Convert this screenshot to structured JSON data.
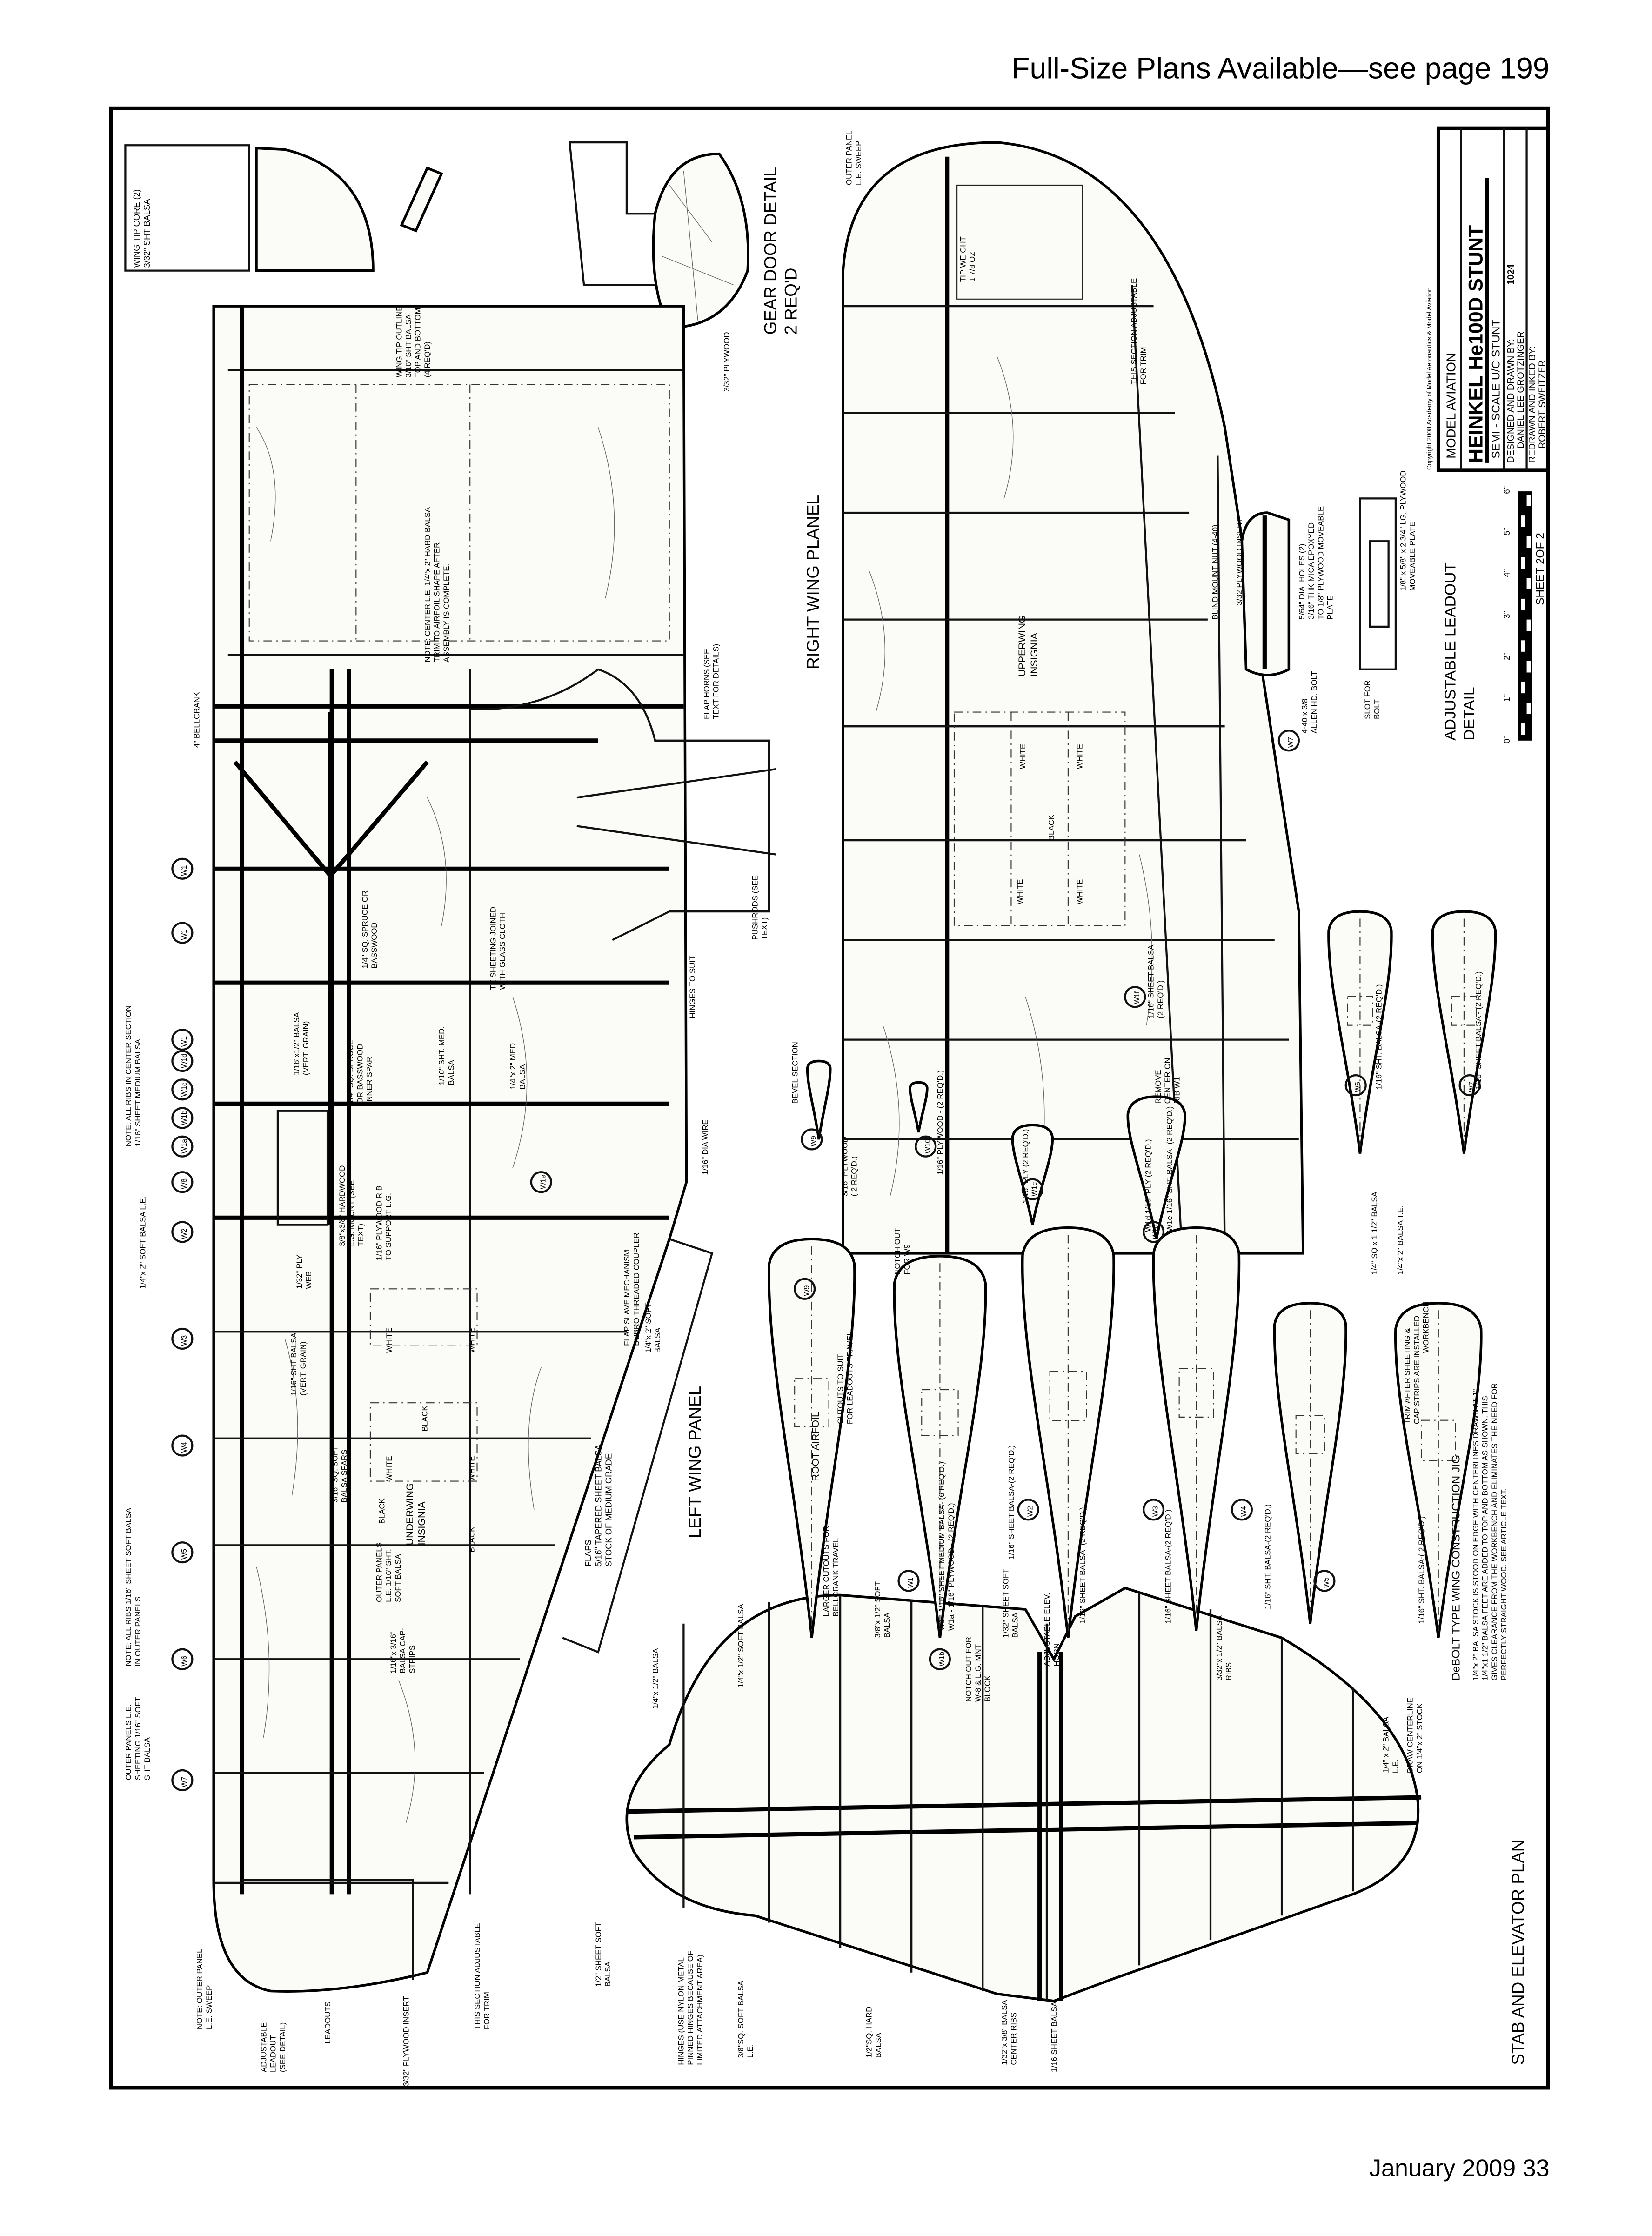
{
  "page": {
    "header": "Full-Size Plans Available—see page 199",
    "footer": "January 2009 33"
  },
  "title_block": {
    "publisher": "MODEL AVIATION",
    "model": "HEINKEL He100D STUNT",
    "subtitle": "SEMI - SCALE U/C STUNT",
    "designed_by_label": "DESIGNED AND DRAWN BY:",
    "designer": "DANIEL LEE GROTZINGER",
    "plan_number": "1024",
    "redrawn_by_label": "REDRAWN AND INKED BY:",
    "redrawer": "ROBERT SWEITZER",
    "sheet": "SHEET 2OF 2",
    "copyright": "Copyright 2008 Academy of Model Aeronautics & Model Aviation"
  },
  "scale": {
    "ticks": [
      "0\"",
      "1\"",
      "2\"",
      "3\"",
      "4\"",
      "5\"",
      "6\""
    ]
  },
  "titles": {
    "right_wing": "RIGHT  WING  PLANEL",
    "left_wing": "LEFT  WING  PANEL",
    "root_airfoil": "ROOT AIRFOIL",
    "gear_door": [
      "GEAR DOOR DETAIL",
      "2 REQ'D"
    ],
    "stab": "STAB  AND  ELEVATOR  PLAN",
    "leadout": [
      "ADJUSTABLE  LEADOUT",
      "DETAIL"
    ],
    "jig": "DeBOLT TYPE  WING CONSTRUCTION JIG",
    "wing_tip_core": [
      "WING TIP CORE (2)",
      "3/32\" SHT BALSA"
    ],
    "upper_insignia": [
      "UPPERWING",
      "INSIGNIA"
    ],
    "under_insignia": [
      "UNDERWING",
      "INSIGNIA"
    ],
    "flaps": [
      "FLAPS",
      "5/16\" TAPERED SHEET BALSA",
      "STOCK OF MEDIUM GRADE"
    ]
  },
  "colors": {
    "white": "WHITE",
    "black": "BLACK"
  },
  "notes": {
    "tip_outline": [
      "WING TIP OUTLINE",
      "3/16\" SHT BALSA",
      "TOP AND BOTTOM",
      "(4 REQ'D)"
    ],
    "gear_ply": [
      "3/32\" PLYWOOD"
    ],
    "outer_sweep_r": [
      "OUTER PANEL",
      "L.E. SWEEP"
    ],
    "tip_weight": [
      "TIP WEIGHT",
      "1 7/8 OZ"
    ],
    "adj_trim_r": [
      "THIS SECTION ADJUSTABLE",
      "FOR TRIM"
    ],
    "center_le": [
      "NOTE: CENTER L.E. 1/4\"x 2\" HARD BALSA",
      "TRIM TO AIRFOIL SHAPE AFTER",
      "ASSEMBLY IS COMPLETE."
    ],
    "bellcrank": [
      "4\" BELLCRANK"
    ],
    "flap_horns": [
      "FLAP HORNS (SEE",
      "TEXT FOR DETAILS)"
    ],
    "pushrods": [
      "PUSHRODS (SEE",
      "TEXT)"
    ],
    "spruce": [
      "1/4\" SQ. SPRUCE OR",
      "BASSWOOD"
    ],
    "te_sheet": [
      "TE SHEETING JOINED",
      "WITH GLASS CLOTH"
    ],
    "hinges": [
      "HINGES TO SUIT"
    ],
    "center_ribs": [
      "NOTE: ALL RIBS IN CENTER SECTION",
      "1/16\" SHEET MEDIUM BALSA"
    ],
    "vert_grain": [
      "1/16\"x1/2\" BALSA",
      "(VERT. GRAIN)"
    ],
    "inner_spar": [
      "1/4\" SQ. SPRUCE",
      "OR BASSWOOD",
      "INNER SPAR"
    ],
    "sht_med": [
      "1/16\" SHT. MED.",
      "BALSA"
    ],
    "med_balsa": [
      "1/4\"x 2\" MED",
      "BALSA"
    ],
    "lg_mount": [
      "3/8\"x3/8\" HARDWOOD",
      "L.G. MOUNT (SEE",
      "TEXT)"
    ],
    "ply_rib": [
      "1/16\" PLYWOOD RIB",
      "TO SUPPORT L.G."
    ],
    "dia_wire": [
      "1/16\" DIA WIRE"
    ],
    "bevel": [
      "BEVEL SECTION"
    ],
    "ply_316": [
      "3/16\" PLYWOOD",
      "( 2 REQ'D.)"
    ],
    "w9_ply": [
      "1/16\" PLYWOOD - (2 REQ'D.)"
    ],
    "w1f": [
      "1/16\" SHEET BALSA",
      "(2 REQ'D.)"
    ],
    "remove_center": [
      "REMOVE",
      "CENTER ON",
      "RIB W1"
    ],
    "w1c_ply": [
      "1/16\" PLY (2 REQ'D.)"
    ],
    "w1d_ply": [
      "W1d  1/16\" PLY (2 REQ'D.)"
    ],
    "w1e_sht": [
      "W1e  1/16\" SHT. BALSA- (2 REQ'D.)"
    ],
    "blind_nut": [
      "BLIND MOUNT NUT (4-40)"
    ],
    "ply_insert": [
      "3/32 PLYWOOD INSERT"
    ],
    "holes": [
      "5/64\" DIA. HOLES (2)",
      "3/16\" THK MICA EPOXYED",
      "TO 1/8\" PLYWOOD MOVEABLE",
      "PLATE"
    ],
    "allen": [
      "4-40 x 3/8",
      "ALLEN HD. BOLT"
    ],
    "slot": [
      "SLOT FOR",
      "BOLT"
    ],
    "moveable_plate": [
      "1/8\" x 5/8\" x 2 3/4\" LG. PLYWOOD",
      "MOVEABLE PLATE"
    ],
    "w6": [
      "1/16\" SHT. BALSA-(2 REQ'D.)"
    ],
    "w7": [
      "1/16\" SHEET BALSA - (2 REQ'D.)"
    ],
    "jig_te1": [
      "1/4\" SQ x 1 1/2\" BALSA"
    ],
    "jig_te2": [
      "1/4\"x 2\" BALSA T.E."
    ],
    "trim": [
      "TRIM AFTER SHEETING &",
      "CAP STRIPS ARE INSTALLED"
    ],
    "workbench": [
      "WORKBENCH"
    ],
    "jig_text": [
      "1/4\"x 2\" BALSA  STOCK IS STOOD ON EDGE WITH CENTERLINES  DRAWN AT 1\"",
      "1/4\"x1 1/2\" BALSA  FEET ARE ADDED TO TOP AND BOTTOM AS SHOWN. THIS",
      "GIVES CLEARANCE FROM THE WORKBENCH AND ELIMINATES THE NEED FOR",
      "PERFECTLY STRAIGHT WOOD. SEE ARTICLE TEXT."
    ],
    "jig_sht": [
      "1/16\" SHT. BALSA-( 2 REQ'D.)"
    ],
    "jig_le": [
      "1/4\" x 2\" BALSA",
      "L.E."
    ],
    "centerline": [
      "DRAW CENTERLINE",
      "ON 1/4\"x 2\" STOCK"
    ],
    "stab_ribs": [
      "3/32\"x 1/2\" BALSA",
      "RIBS"
    ],
    "elev_horn": [
      "ADJUSTABLE ELEV.",
      "HORN"
    ],
    "sheet_soft": [
      "1/32\" SHEET SOFT",
      "BALSA"
    ],
    "soft_38": [
      "3/8\"x 1/2\" SOFT",
      "BALSA"
    ],
    "soft_14": [
      "1/4\"x 1/2\" SOFT BALSA"
    ],
    "balsa_14": [
      "1/4\"x 1/2\" BALSA"
    ],
    "half_sheet": [
      "1/2\" SHEET SOFT",
      "BALSA"
    ],
    "hinge_note": [
      "HINGES (USE NYLON METAL",
      "PINNED HINGES BECAUSE OF",
      "LIMITED ATTACHMENT AREA)"
    ],
    "sq_le": [
      "3/8\"SQ. SOFT BALSA",
      "L.E."
    ],
    "hard_sq": [
      "1/2\"SQ. HARD",
      "BALSA"
    ],
    "center_ribs_stab": [
      "1/32\"x 3/8\" BALSA",
      "CENTER RIBS"
    ],
    "sheet_116": [
      "1/16 SHEET BALSA"
    ],
    "flap_slave": [
      "FLAP SLAVE MECHANISM",
      "DUBRO THREADED COUPLER"
    ],
    "soft_2": [
      "1/4\"x 2\" SOFT",
      "BALSA"
    ],
    "ply_web": [
      "1/32\" PLY",
      "WEB"
    ],
    "vert_grain2": [
      "1/16\" SHT BALSA",
      "(VERT. GRAIN)"
    ],
    "spars": [
      "3/16\" SQ. SOFT",
      "BALSA SPARS"
    ],
    "outer_le": [
      "OUTER PANELS",
      "L.E. 1/16\" SHT.",
      "SOFT BALSA"
    ],
    "cap_strips": [
      "1/16\"x 3/16\"",
      "BALSA CAP-",
      "STRIPS"
    ],
    "outer_ribs": [
      "NOTE: ALL RIBS 1/16\" SHEET  SOFT  BALSA",
      "IN OUTER  PANELS"
    ],
    "soft_le": [
      "1/4\"x 2\" SOFT BALSA L.E."
    ],
    "outer_sheeting": [
      "OUTER PANELS L.E.",
      "SHEETING 1/16\" SOFT",
      "SHT BALSA"
    ],
    "outer_sweep_l": [
      "NOTE: OUTER PANEL",
      "L.E. SWEEP"
    ],
    "adj_leadout": [
      "ADJUSTABLE",
      "LEADOUT",
      "(SEE DETAIL)"
    ],
    "leadouts": [
      "LEADOUTS"
    ],
    "ply_insert_l": [
      "3/32\" PLYWOOD INSERT"
    ],
    "adj_trim_l": [
      "THIS SECTION ADJUSTABLE",
      "FOR TRIM"
    ],
    "bellcrank_cut": [
      "LARGER CUTOUTS FOR",
      "BELLCRANK TRAVEL"
    ],
    "leadout_cut": [
      "CUTOUTS TO SUIT",
      "FOR LEADOUTS TRAVEL"
    ],
    "notch_w9": [
      "NOTCH OUT",
      "FOR W9"
    ],
    "notch_w1": [
      "NOTCH OUT FOR",
      "W-8 & L.G. MNT",
      "BLOCK"
    ],
    "w1_rib": [
      "W1 - 1/16\" SHEET MEDIUM BALSA- (6 REQ'D.)",
      "W1a - 1/16\" PLYWOOD - (2 REQ'D.)"
    ],
    "w2_rib": [
      "1/16\" SHEET BALSA-(2 REQ'D.)"
    ],
    "w3_rib": [
      "1/16\" SHEET BALSA- (2 REQ'D.)"
    ],
    "w4_rib": [
      "1/16\" SHEET BALSA-(2 REQ'D.)"
    ],
    "w5_rib": [
      "1/16\" SHT. BALSA-(2 REQ'D.)"
    ]
  },
  "rib_tags": [
    "W7",
    "W6",
    "W5",
    "W4",
    "W3",
    "W2",
    "W8",
    "W1a",
    "W1b",
    "W1c",
    "W1d",
    "W1",
    "W1",
    "W1"
  ],
  "part_tags": [
    "W9",
    "W10",
    "W1c",
    "W1f",
    "W1d",
    "W1",
    "W1b",
    "W2",
    "W3",
    "W4",
    "W5",
    "W6",
    "W7",
    "W1e",
    "W9",
    "W7"
  ]
}
